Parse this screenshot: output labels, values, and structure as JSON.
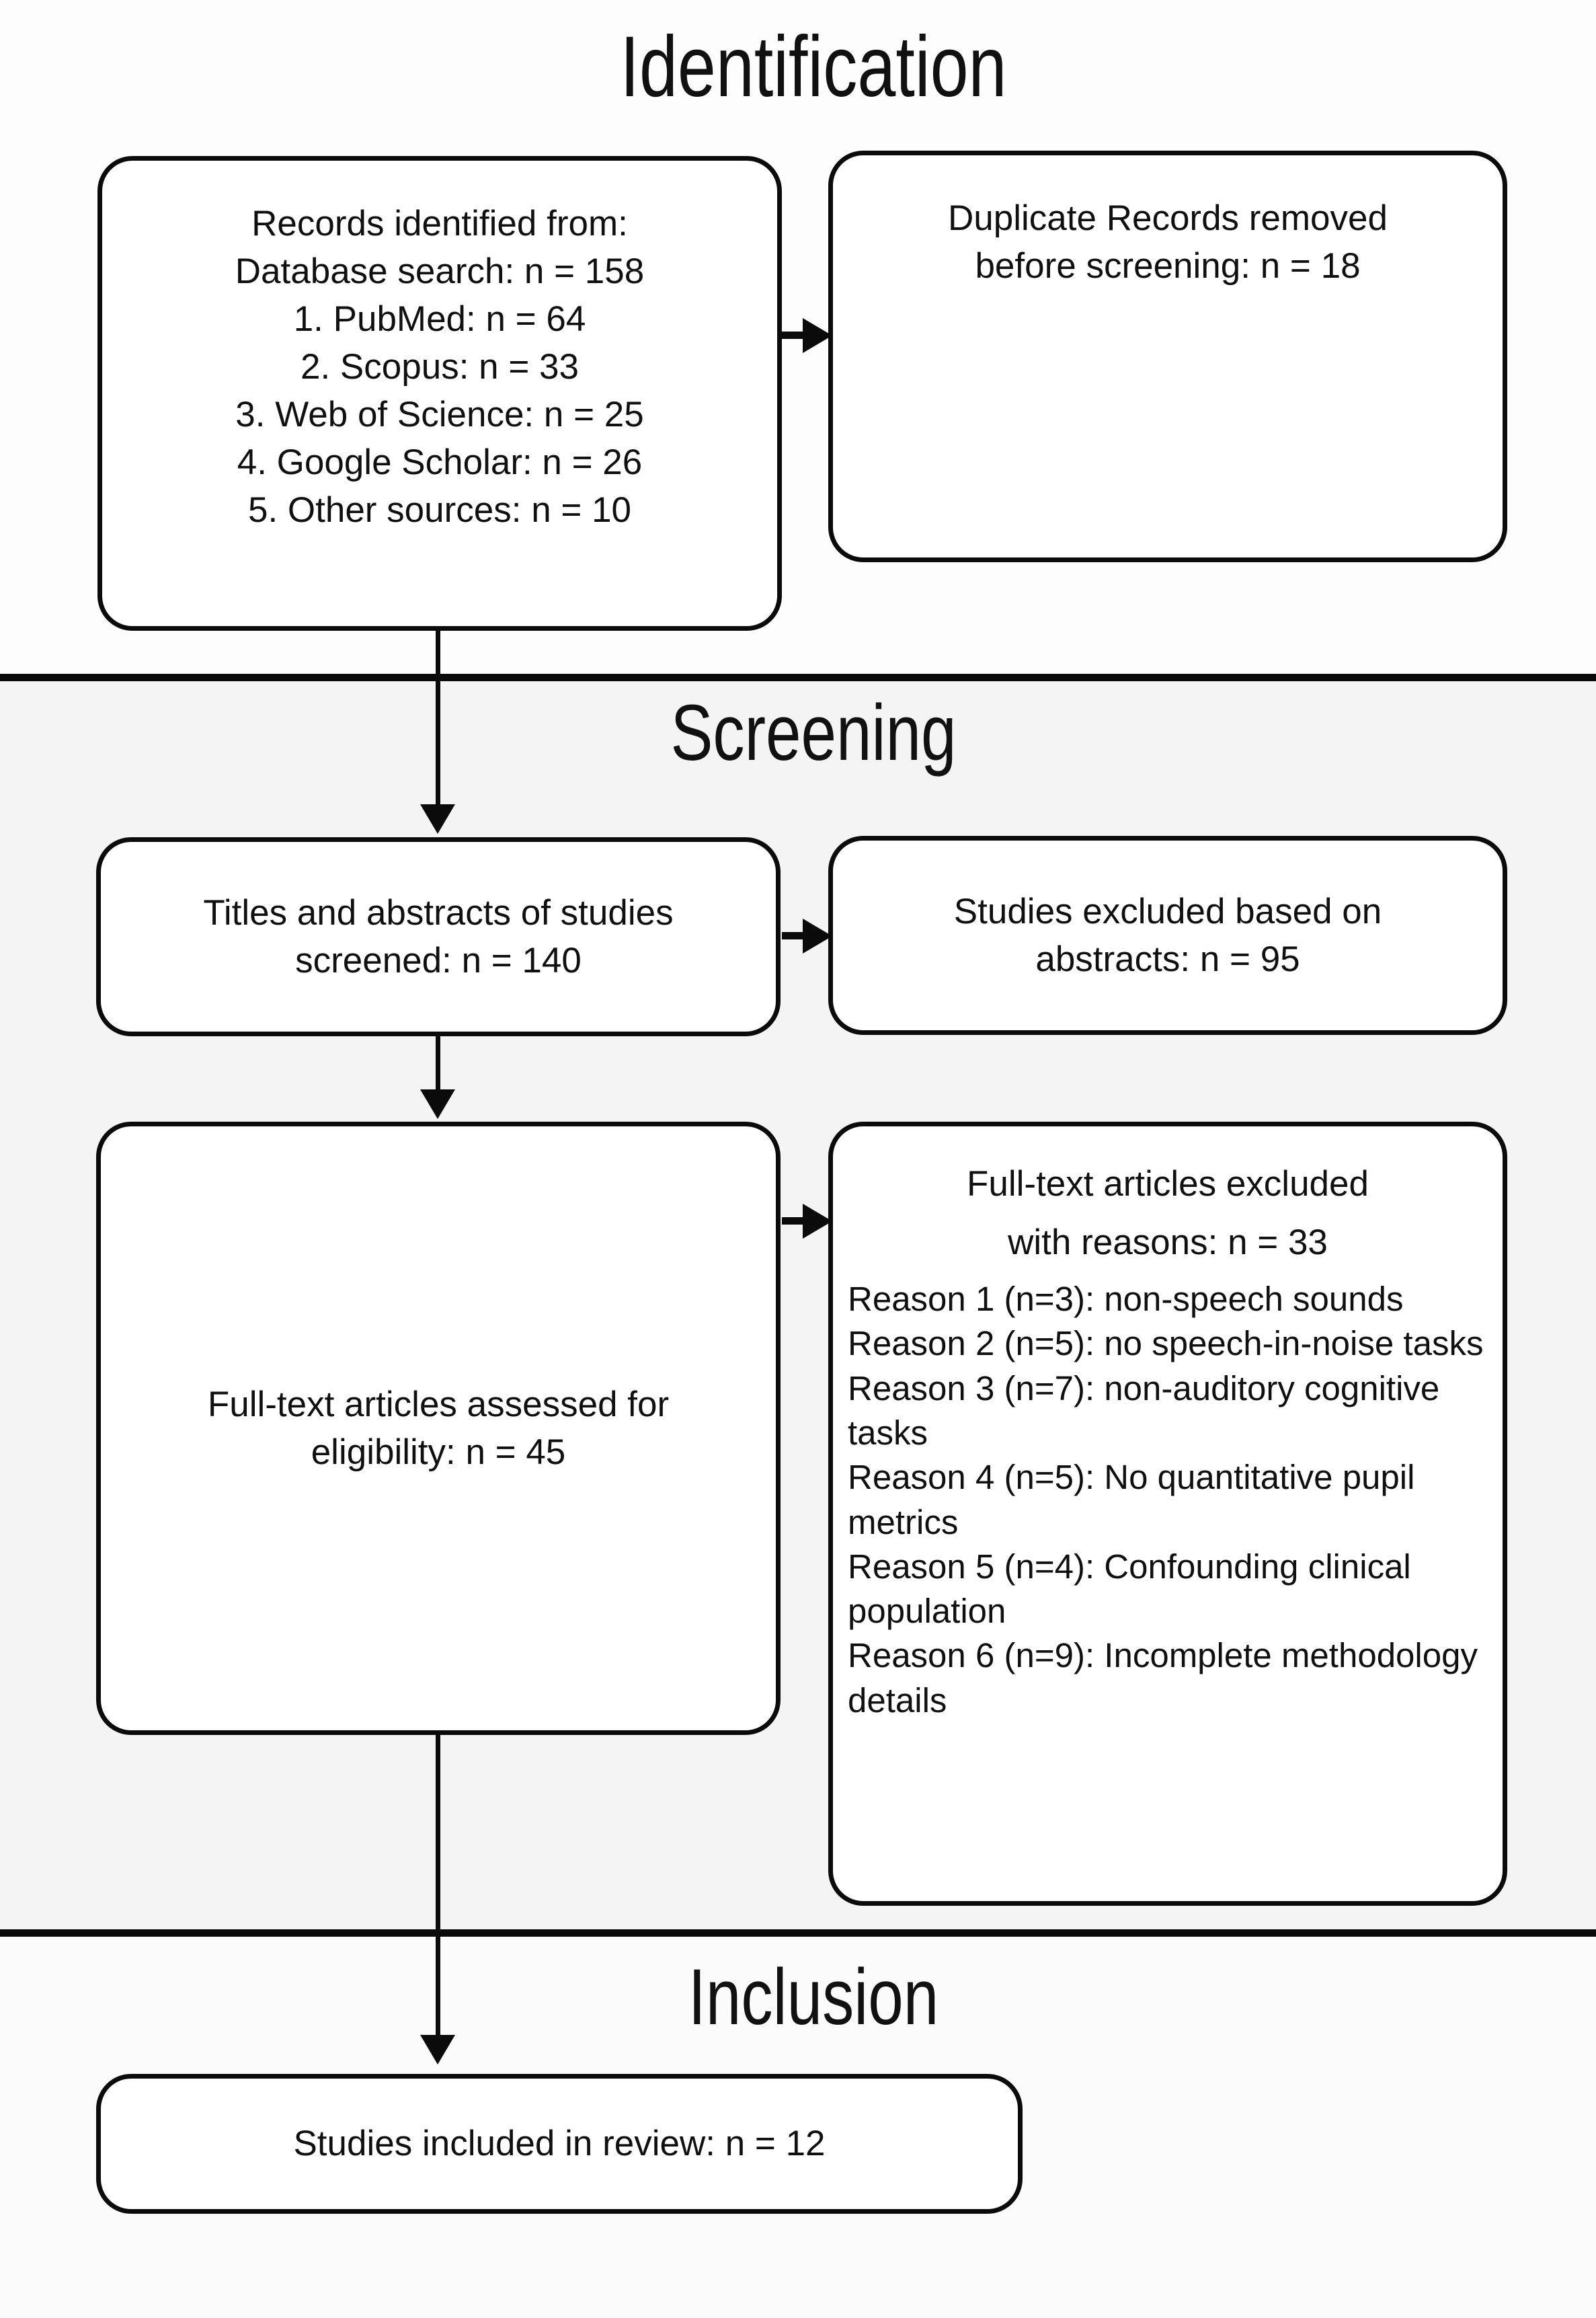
{
  "diagram": {
    "type": "prisma-flow-diagram",
    "stages": [
      {
        "id": "identification",
        "title": "Identification"
      },
      {
        "id": "screening",
        "title": "Screening"
      },
      {
        "id": "inclusion",
        "title": "Inclusion"
      }
    ]
  },
  "boxes": {
    "identified": {
      "line1": "Records identified from:",
      "line2": "Database search: n = 158",
      "sources": [
        "1. PubMed: n = 64",
        "2. Scopus: n = 33",
        "3. Web of Science: n = 25",
        "4. Google Scholar: n = 26",
        "5. Other sources: n = 10"
      ]
    },
    "duplicates": {
      "line1": "Duplicate Records removed",
      "line2": "before screening: n = 18"
    },
    "screened": {
      "line1": "Titles and abstracts of studies",
      "line2": "screened: n = 140"
    },
    "excluded_abstracts": {
      "line1": "Studies excluded based on",
      "line2": "abstracts: n = 95"
    },
    "fulltext_assessed": {
      "line1": "Full-text articles assessed for",
      "line2": "eligibility: n = 45"
    },
    "excluded_reasons": {
      "head1": "Full-text articles excluded",
      "head2": "with reasons: n = 33",
      "reasons": [
        "Reason 1 (n=3): non-speech sounds",
        "Reason 2 (n=5): no speech-in-noise tasks",
        "Reason 3 (n=7): non-auditory cognitive tasks",
        "Reason 4 (n=5): No quantitative pupil metrics",
        "Reason 5 (n=4): Confounding clinical population",
        "Reason 6 (n=9): Incomplete methodology details"
      ]
    },
    "included": {
      "line1": "Studies included in review: n = 12"
    }
  },
  "counts": {
    "database_search_total": 158,
    "pubmed": 64,
    "scopus": 33,
    "web_of_science": 25,
    "google_scholar": 26,
    "other_sources": 10,
    "duplicates_removed": 18,
    "titles_abstracts_screened": 140,
    "excluded_on_abstracts": 95,
    "fulltext_assessed": 45,
    "fulltext_excluded": 33,
    "reason_1": 3,
    "reason_2": 5,
    "reason_3": 7,
    "reason_4": 5,
    "reason_5": 4,
    "reason_6": 9,
    "included_in_review": 12
  },
  "colors": {
    "line": "#0b0b0b",
    "box_fill": "#ffffff",
    "band_identification": "#fdfdfd",
    "band_screening": "#f4f4f4",
    "band_inclusion": "#fbfbfb",
    "text": "#101010"
  }
}
